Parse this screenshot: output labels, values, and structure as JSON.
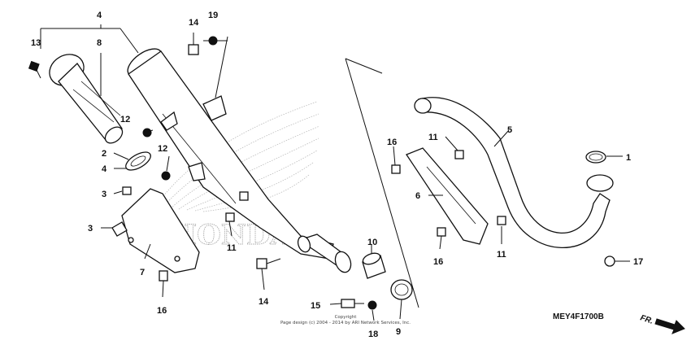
{
  "diagram": {
    "part_numbers": [
      "1",
      "2",
      "3",
      "3",
      "4",
      "4",
      "5",
      "6",
      "7",
      "8",
      "9",
      "10",
      "11",
      "11",
      "11",
      "12",
      "12",
      "13",
      "14",
      "14",
      "15",
      "16",
      "16",
      "16",
      "17",
      "18",
      "19"
    ],
    "diagram_code": "MEY4F1700B",
    "direction_label": "FR.",
    "copyright_line1": "Copyright",
    "copyright_line2": "Page design (c) 2004 - 2014 by ARI Network Services, Inc.",
    "watermark_text": "HONDA"
  }
}
